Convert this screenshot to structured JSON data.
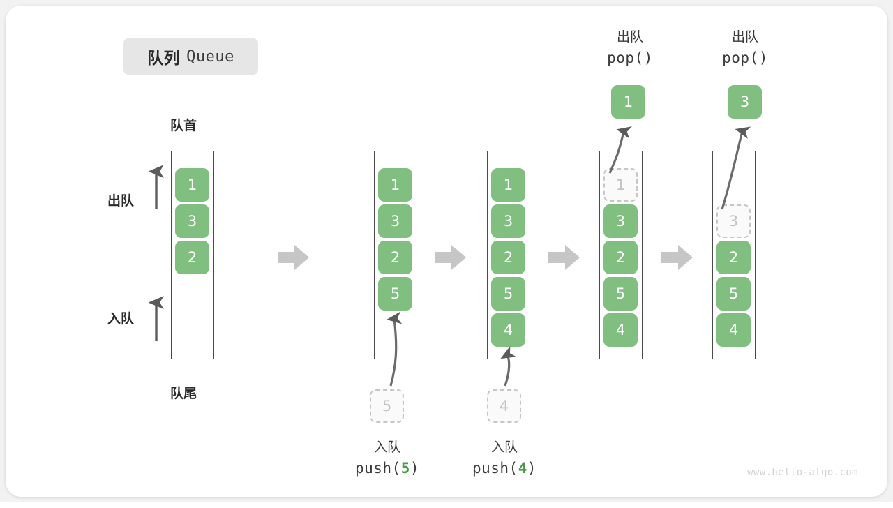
{
  "title": {
    "cn": "队列",
    "en": "Queue"
  },
  "labels": {
    "head": "队首",
    "tail": "队尾",
    "dequeue": "出队",
    "enqueue": "入队"
  },
  "watermark": "www.hello-algo.com",
  "colors": {
    "cell_fill": "#81bf81",
    "cell_text": "#ffffff",
    "ghost_border": "#c6c6c6",
    "ghost_text": "#c2c2c2",
    "rail": "#4a4a4a",
    "step_arrow": "#c6c6c6",
    "accent_code": "#4a9a4a",
    "badge_bg": "#e6e6e6"
  },
  "steps": [
    {
      "id": "initial",
      "cells": [
        "1",
        "3",
        "2"
      ],
      "ghost": null,
      "result": null,
      "operation": null
    },
    {
      "id": "push-5",
      "cells": [
        "1",
        "3",
        "2",
        "5"
      ],
      "ghost": "5",
      "ghost_position": "below",
      "result": null,
      "operation": {
        "cn": "入队",
        "fn": "push(",
        "arg": "5",
        "fn_close": ")"
      }
    },
    {
      "id": "push-4",
      "cells": [
        "1",
        "3",
        "2",
        "5",
        "4"
      ],
      "ghost": "4",
      "ghost_position": "below",
      "result": null,
      "operation": {
        "cn": "入队",
        "fn": "push(",
        "arg": "4",
        "fn_close": ")"
      }
    },
    {
      "id": "pop-1",
      "cells": [
        "3",
        "2",
        "5",
        "4"
      ],
      "ghost": "1",
      "ghost_position": "top",
      "result": "1",
      "operation": {
        "cn": "出队",
        "fn": "pop(",
        "arg": "",
        "fn_close": ")"
      }
    },
    {
      "id": "pop-3",
      "cells": [
        "2",
        "5",
        "4"
      ],
      "ghost": "3",
      "ghost_position": "second",
      "result": "3",
      "operation": {
        "cn": "出队",
        "fn": "pop(",
        "arg": "",
        "fn_close": ")"
      }
    }
  ],
  "step_arrows": 4
}
